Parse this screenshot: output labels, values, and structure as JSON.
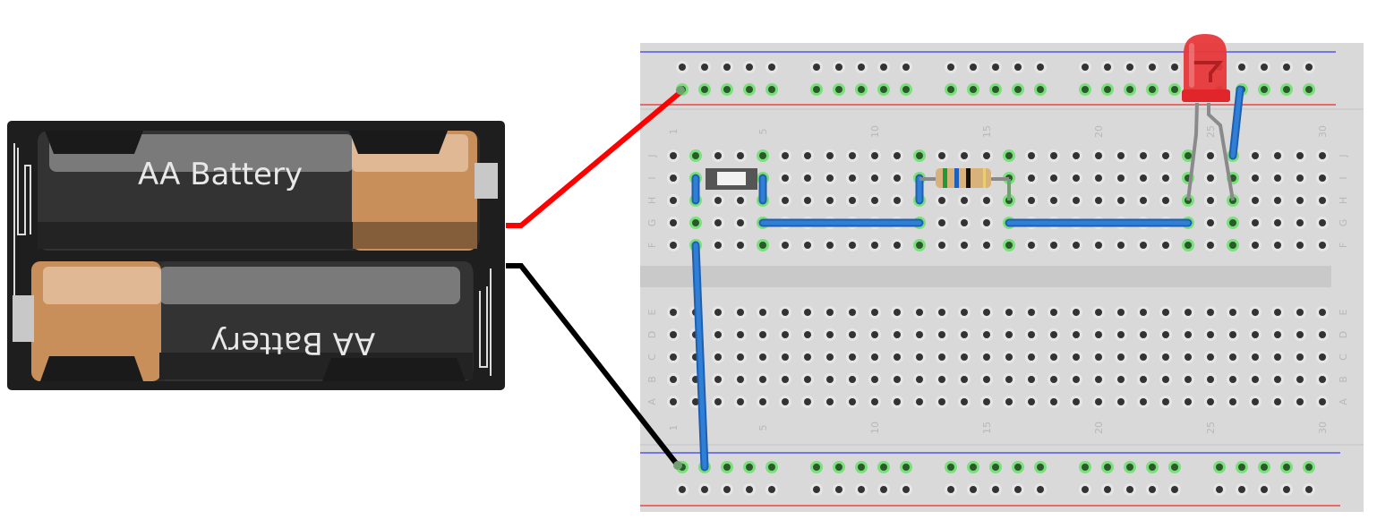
{
  "battery": {
    "label_top": "AA Battery",
    "label_bottom": "AA Battery",
    "colors": {
      "case": "#1e1e1e",
      "cell": "#333333",
      "cap": "#c98f5a"
    }
  },
  "breadboard": {
    "row_labels_top": [
      "J",
      "I",
      "H",
      "G",
      "F"
    ],
    "row_labels_bottom": [
      "E",
      "D",
      "C",
      "B",
      "A"
    ],
    "column_labels": [
      "1",
      "5",
      "10",
      "15",
      "20",
      "25",
      "30"
    ],
    "column_count": 30,
    "colors": {
      "board": "#d9d9d9",
      "rail_positive": "#e8262b",
      "rail_negative": "#2a2ae0",
      "highlight": "#6fd96f"
    }
  },
  "components": [
    "battery-pack",
    "pushbutton",
    "resistor",
    "red-led"
  ],
  "wires": {
    "colors": {
      "power": "#ff0000",
      "ground": "#000000",
      "jumper": "#2f7fd6"
    }
  }
}
